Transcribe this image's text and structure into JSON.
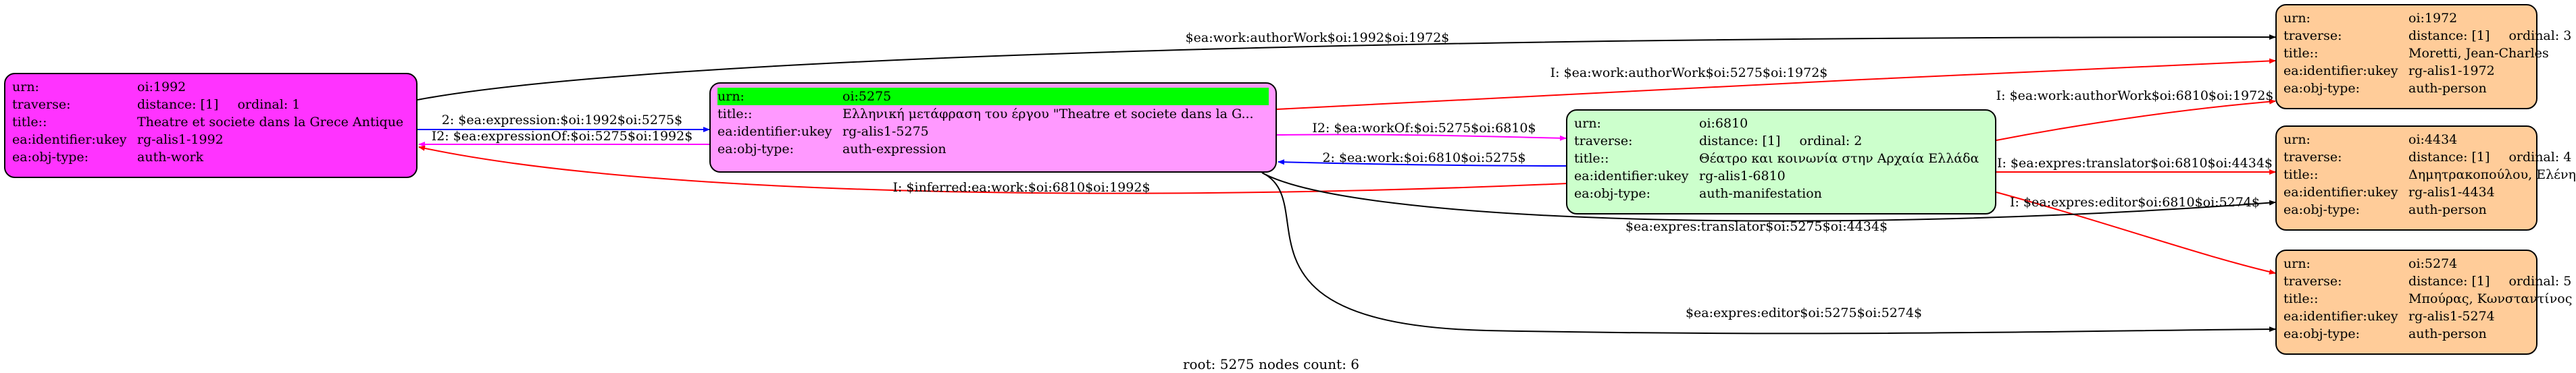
{
  "nodes": {
    "oi1992": {
      "color": "#ff33ff",
      "urn": "oi:1992",
      "traverse": "distance: [1]",
      "ordinal": "ordinal: 1",
      "title": "Theatre et societe dans la Grece Antique",
      "ukey": "rg-alis1-1992",
      "objtype": "auth-work"
    },
    "oi5275": {
      "color": "#ff99ff",
      "highlight": "#00ff00",
      "urn": "oi:5275",
      "title": "Ελληνική μετάφραση του έργου \"Theatre et societe dans la G...",
      "ukey": "rg-alis1-5275",
      "objtype": "auth-expression"
    },
    "oi6810": {
      "color": "#ccffcc",
      "urn": "oi:6810",
      "traverse": "distance: [1]",
      "ordinal": "ordinal: 2",
      "title": "Θέατρο και κοινωνία στην Αρχαία Ελλάδα",
      "ukey": "rg-alis1-6810",
      "objtype": "auth-manifestation"
    },
    "oi1972": {
      "color": "#ffcc99",
      "urn": "oi:1972",
      "traverse": "distance: [1]",
      "ordinal": "ordinal: 3",
      "title": "Moretti, Jean-Charles",
      "ukey": "rg-alis1-1972",
      "objtype": "auth-person"
    },
    "oi4434": {
      "color": "#ffcc99",
      "urn": "oi:4434",
      "traverse": "distance: [1]",
      "ordinal": "ordinal: 4",
      "title": "Δημητρακοπούλου, Ελένη",
      "ukey": "rg-alis1-4434",
      "objtype": "auth-person"
    },
    "oi5274": {
      "color": "#ffcc99",
      "urn": "oi:5274",
      "traverse": "distance: [1]",
      "ordinal": "ordinal: 5",
      "title": "Μπούρας, Κωνσταντίνος",
      "ukey": "rg-alis1-5274",
      "objtype": "auth-person"
    }
  },
  "field_labels": {
    "urn": "urn:",
    "traverse": "traverse:",
    "title": "title::",
    "ukey": "ea:identifier:ukey",
    "objtype": "ea:obj-type:"
  },
  "edges": [
    {
      "label": "$ea:work:authorWork$oi:1992$oi:1972$",
      "color": "#000000"
    },
    {
      "label": "I: $ea:work:authorWork$oi:5275$oi:1972$",
      "color": "#ff0000"
    },
    {
      "label": "2: $ea:expression:$oi:1992$oi:5275$",
      "color": "#0000ff"
    },
    {
      "label": "I2: $ea:expressionOf:$oi:5275$oi:1992$",
      "color": "#ff00ff"
    },
    {
      "label": "I2: $ea:workOf:$oi:5275$oi:6810$",
      "color": "#ff00ff"
    },
    {
      "label": "2: $ea:work:$oi:6810$oi:5275$",
      "color": "#0000ff"
    },
    {
      "label": "I: $inferred:ea:work:$oi:6810$oi:1992$",
      "color": "#ff0000"
    },
    {
      "label": "I: $ea:work:authorWork$oi:6810$oi:1972$",
      "color": "#ff0000"
    },
    {
      "label": "I: $ea:expres:translator$oi:6810$oi:4434$",
      "color": "#ff0000"
    },
    {
      "label": "I: $ea:expres:editor$oi:6810$oi:5274$",
      "color": "#ff0000"
    },
    {
      "label": "$ea:expres:translator$oi:5275$oi:4434$",
      "color": "#000000"
    },
    {
      "label": "$ea:expres:editor$oi:5275$oi:5274$",
      "color": "#000000"
    }
  ],
  "footer": "root: 5275 nodes count: 6"
}
